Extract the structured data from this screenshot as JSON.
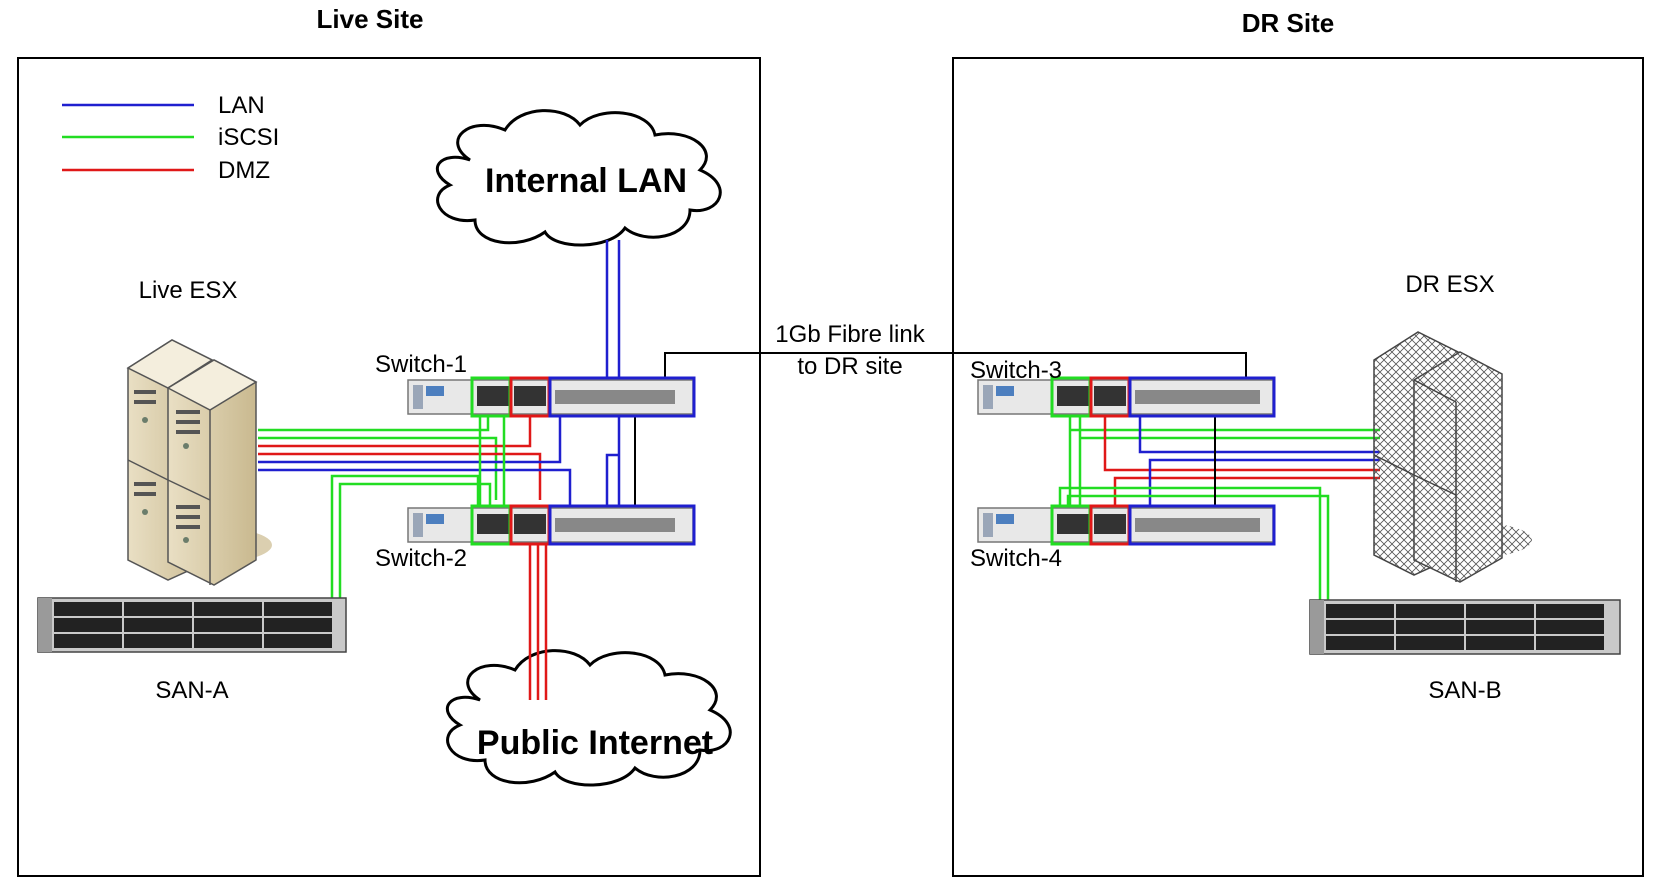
{
  "sites": {
    "live": {
      "title": "Live Site"
    },
    "dr": {
      "title": "DR Site"
    }
  },
  "legend": [
    {
      "label": "LAN",
      "color": "#1f1fcf"
    },
    {
      "label": "iSCSI",
      "color": "#22dd22"
    },
    {
      "label": "DMZ",
      "color": "#e01818"
    }
  ],
  "clouds": {
    "internal": "Internal LAN",
    "public": "Public Internet"
  },
  "servers": {
    "live": "Live ESX",
    "dr": "DR ESX"
  },
  "switches": {
    "s1": "Switch-1",
    "s2": "Switch-2",
    "s3": "Switch-3",
    "s4": "Switch-4"
  },
  "sans": {
    "a": "SAN-A",
    "b": "SAN-B"
  },
  "link": {
    "line1": "1Gb Fibre link",
    "line2": "to DR site"
  },
  "colors": {
    "lan": "#1f1fcf",
    "iscsi": "#22dd22",
    "dmz": "#e01818",
    "line": "#000000"
  }
}
